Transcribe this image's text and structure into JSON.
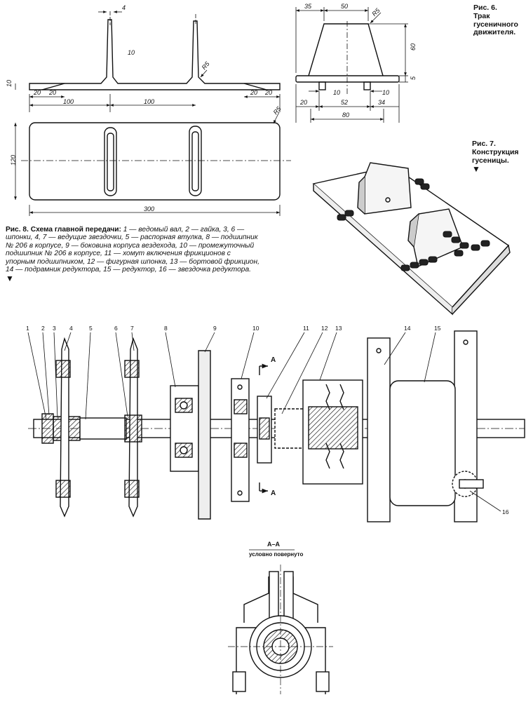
{
  "fig6": {
    "caption_title": "Рис. 6.",
    "caption_text": "Трак гусеничного движителя."
  },
  "fig7": {
    "caption_title": "Рис. 7.",
    "caption_text": "Конструкция гусеницы."
  },
  "fig8": {
    "caption_title": "Рис. 8. Схема главной передачи:",
    "caption_text": "1 — ведомый вал, 2 — гайка, 3, 6 — шпонки, 4, 7 — ведущие звездочки, 5 — распорная втулка, 8 — подшипник № 206 в корпусе, 9 — боковина корпуса вездехода, 10 — промежуточный подшипник № 206 в корпусе, 11 — хомут включения фрикционов с упорным подшипником, 12 — фигурная шпонка, 13 — бортовой фрикцион, 14 — подрамник редуктора, 15 — редуктор, 16 — звездочка редуктора."
  },
  "dims_plan": {
    "d4": "4",
    "d10a": "10",
    "d10b": "10",
    "d20a": "20",
    "d20b": "20",
    "d20c": "20",
    "d20d": "20",
    "d100a": "100",
    "d100b": "100",
    "r5a": "R5",
    "r5b": "R5",
    "d120": "120",
    "d300": "300"
  },
  "dims_side": {
    "d35": "35",
    "d50": "50",
    "r5": "R5",
    "d60": "60",
    "d5": "5",
    "d10a": "10",
    "d10b": "10",
    "d20": "20",
    "d52": "52",
    "d34": "34",
    "d80": "80"
  },
  "parts": [
    "1",
    "2",
    "3",
    "4",
    "5",
    "6",
    "7",
    "8",
    "9",
    "10",
    "11",
    "12",
    "13",
    "14",
    "15",
    "16"
  ],
  "section": {
    "mark_a": "А",
    "mark_b": "А",
    "title": "А–А",
    "subtitle": "условно повернуто"
  },
  "markers": {
    "fig7": "▼",
    "fig8": "▼"
  }
}
